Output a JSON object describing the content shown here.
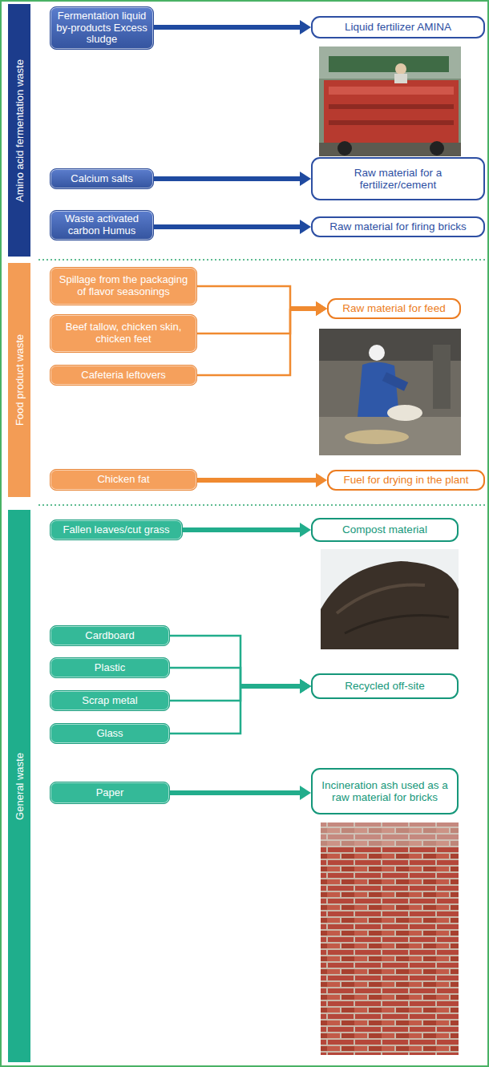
{
  "diagram": {
    "nodes": [
      {
        "text": [
          "Amino acid fermentation waste"
        ]
      },
      {
        "text": [
          "Fermentation liquid by-products Excess sludge"
        ]
      },
      {
        "text": [
          "Liquid fertilizer AMINA"
        ]
      },
      {
        "text": [
          "Calcium salts"
        ]
      },
      {
        "text": [
          "Raw material for a fertilizer/cement"
        ]
      },
      {
        "text": [
          "Waste activated carbon Humus"
        ]
      },
      {
        "text": [
          "Raw material for firing bricks"
        ]
      },
      {
        "text": [
          "Food product waste"
        ]
      },
      {
        "text": [
          "Spillage from the packaging of flavor seasonings"
        ]
      },
      {
        "text": [
          "Beef tallow, chicken skin, chicken feet"
        ]
      },
      {
        "text": [
          "Cafeteria leftovers"
        ]
      },
      {
        "text": [
          "Raw material for feed"
        ]
      },
      {
        "text": [
          "Chicken fat"
        ]
      },
      {
        "text": [
          "Fuel for drying in the plant"
        ]
      },
      {
        "text": [
          "General waste"
        ]
      },
      {
        "text": [
          "Fallen leaves/cut grass"
        ]
      },
      {
        "text": [
          "Compost material"
        ]
      },
      {
        "text": [
          "Cardboard"
        ]
      },
      {
        "text": [
          "Plastic"
        ]
      },
      {
        "text": [
          "Scrap metal"
        ]
      },
      {
        "text": [
          "Glass"
        ]
      },
      {
        "text": [
          "Recycled off-site"
        ]
      },
      {
        "text": [
          "Paper"
        ]
      },
      {
        "text": [
          "Incineration ash used as a raw material for bricks"
        ]
      }
    ],
    "edges": [
      {
        "from": 1,
        "to": 2,
        "arrow": "to"
      },
      {
        "from": 3,
        "to": 4,
        "arrow": "to"
      },
      {
        "from": 5,
        "to": 6,
        "arrow": "to"
      },
      {
        "from": 8,
        "to": 11,
        "arrow": "to"
      },
      {
        "from": 9,
        "to": 11,
        "arrow": "to"
      },
      {
        "from": 10,
        "to": 11,
        "arrow": "to"
      },
      {
        "from": 12,
        "to": 13,
        "arrow": "to"
      },
      {
        "from": 15,
        "to": 16,
        "arrow": "to"
      },
      {
        "from": 17,
        "to": 21,
        "arrow": "to"
      },
      {
        "from": 18,
        "to": 21,
        "arrow": "to"
      },
      {
        "from": 19,
        "to": 21,
        "arrow": "to"
      },
      {
        "from": 20,
        "to": 21,
        "arrow": "to"
      },
      {
        "from": 22,
        "to": 23,
        "arrow": "to"
      }
    ]
  }
}
